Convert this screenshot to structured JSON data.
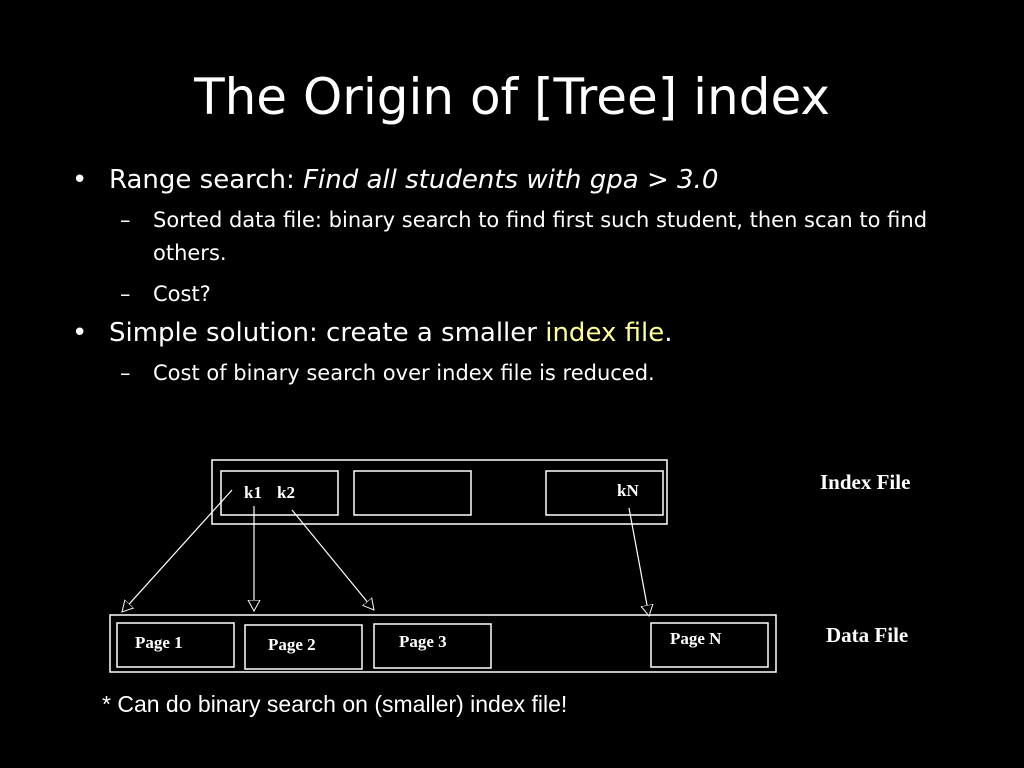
{
  "title": "The Origin of [Tree] index",
  "bullets": {
    "b1": {
      "marker": "•",
      "lead": "Range search: ",
      "emphasis": "Find all students with gpa > 3.0",
      "subs": [
        {
          "marker": "–",
          "text": "Sorted data file: binary search to find first such student, then scan to find others."
        },
        {
          "marker": "–",
          "text": "Cost?"
        }
      ]
    },
    "b2": {
      "marker": "•",
      "lead": "Simple solution: create a smaller ",
      "highlight": "index file",
      "tail": ".",
      "subs": [
        {
          "marker": "–",
          "text": "Cost of binary search over index file is reduced."
        }
      ]
    }
  },
  "diagram": {
    "index_file_label": "Index File",
    "data_file_label": "Data File",
    "index_keys": [
      "k1",
      "k2",
      "kN"
    ],
    "pages": [
      "Page 1",
      "Page 2",
      "Page 3",
      "Page N"
    ]
  },
  "footnote": "* Can do binary search on (smaller) index file!",
  "colors": {
    "background": "#000000",
    "text": "#ffffff",
    "highlight": "#ffff99"
  }
}
